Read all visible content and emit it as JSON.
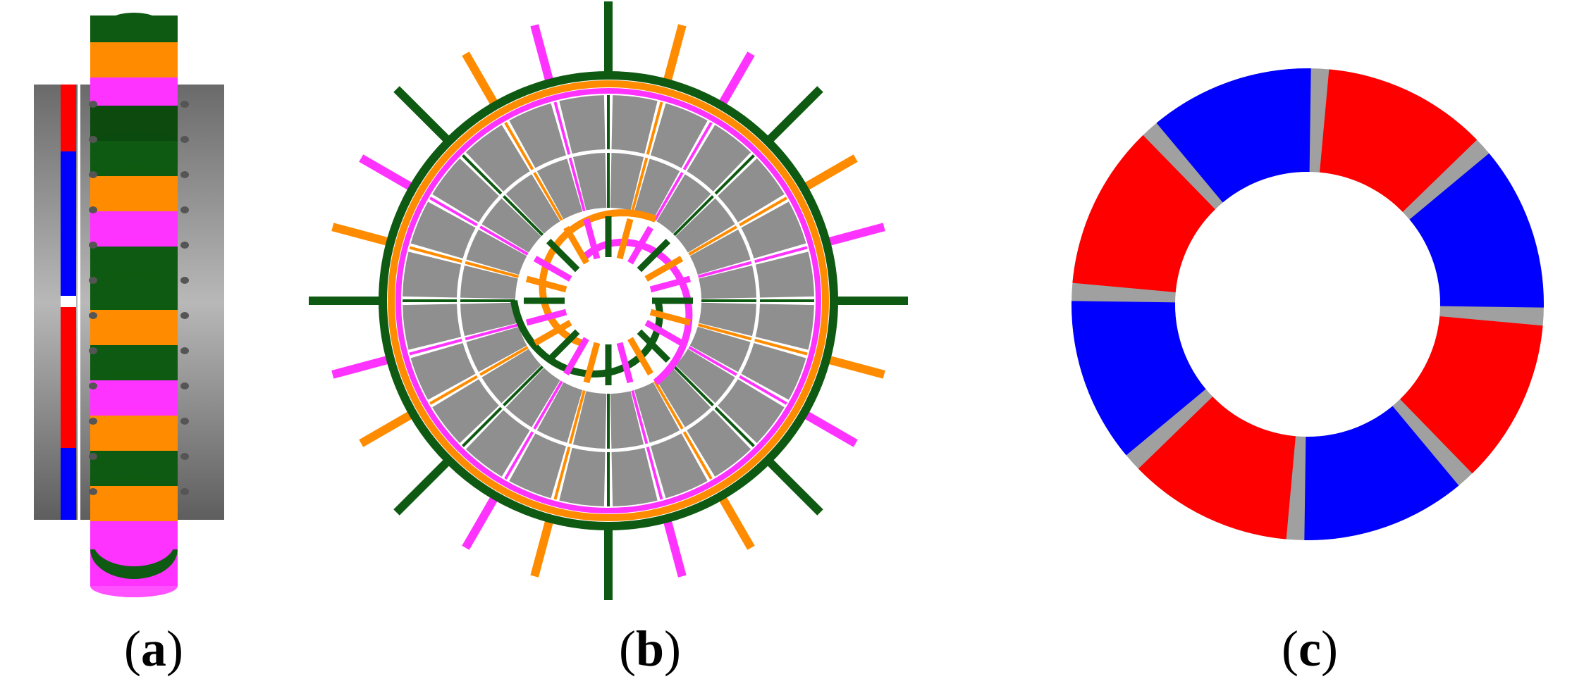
{
  "panels": [
    {
      "id": "a",
      "label_open": "(",
      "label_letter": "a",
      "label_close": ")"
    },
    {
      "id": "b",
      "label_open": "(",
      "label_letter": "b",
      "label_close": ")"
    },
    {
      "id": "c",
      "label_open": "(",
      "label_letter": "c",
      "label_close": ")",
      "segment_colors": [
        "#ff0000",
        "#0000ff",
        "#ff0000",
        "#0000ff",
        "#ff0000",
        "#0000ff",
        "#ff0000",
        "#0000ff"
      ]
    }
  ],
  "colors": {
    "gray": "#8f8f8f",
    "dark_gray": "#6e6e6e",
    "green": "#0f5a12",
    "orange": "#ff8c00",
    "magenta": "#ff33ff",
    "red": "#ff0000",
    "blue": "#0000ff",
    "spacer": "#a0a0a0"
  }
}
